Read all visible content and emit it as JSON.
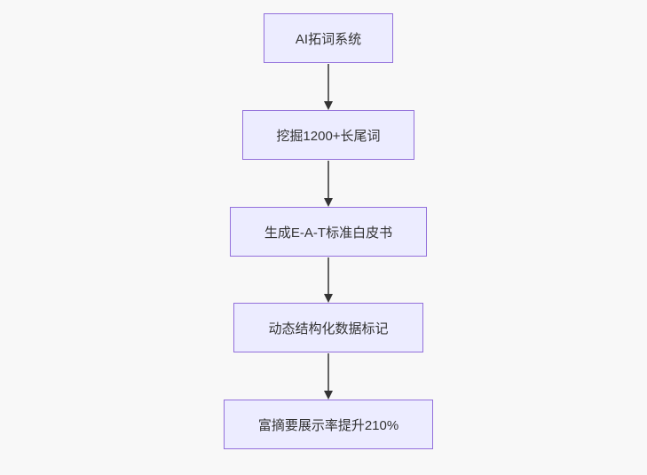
{
  "diagram": {
    "type": "flowchart",
    "direction": "top-to-bottom",
    "nodes": [
      {
        "label": "AI拓词系统"
      },
      {
        "label": "挖掘1200+长尾词"
      },
      {
        "label": "生成E-A-T标准白皮书"
      },
      {
        "label": "动态结构化数据标记"
      },
      {
        "label": "富摘要展示率提升210%"
      }
    ],
    "edges": [
      {
        "from": "AI拓词系统",
        "to": "挖掘1200+长尾词"
      },
      {
        "from": "挖掘1200+长尾词",
        "to": "生成E-A-T标准白皮书"
      },
      {
        "from": "生成E-A-T标准白皮书",
        "to": "动态结构化数据标记"
      },
      {
        "from": "动态结构化数据标记",
        "to": "富摘要展示率提升210%"
      }
    ],
    "colors": {
      "node_fill": "#ececff",
      "node_border": "#9370db",
      "arrow": "#333333",
      "text": "#333333",
      "background": "#f8f8f8"
    }
  }
}
